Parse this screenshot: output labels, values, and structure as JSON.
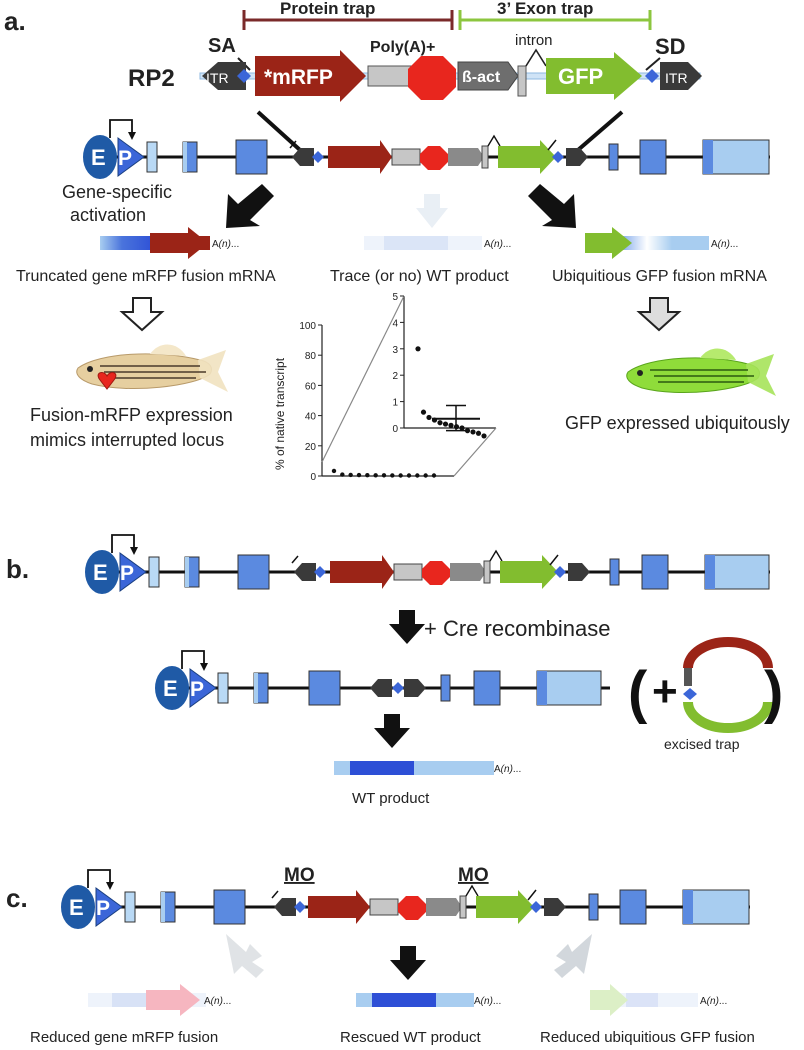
{
  "panels": {
    "a": "a.",
    "b": "b.",
    "c": "c."
  },
  "cassette": {
    "label": "RP2",
    "sa": "SA",
    "sd": "SD",
    "itr": "ITR",
    "mrfp": "*mRFP",
    "polya": "Poly(A)+",
    "bact": "ß-act",
    "intron": "intron",
    "gfp": "GFP",
    "protein_trap": "Protein trap",
    "exon_trap": "3’ Exon trap"
  },
  "promoter": {
    "e": "E",
    "p": "P"
  },
  "activation": {
    "line1": "Gene-specific",
    "line2": "activation"
  },
  "polya_tail": {
    "prefix": "A",
    "n": "(n)",
    "suffix": "..."
  },
  "panel_a": {
    "left_caption": "Truncated gene mRFP fusion mRNA",
    "mid_caption": "Trace (or no) WT product",
    "right_caption": "Ubiquitious GFP fusion mRNA",
    "left_fish_1": "Fusion-mRFP expression",
    "left_fish_2": "mimics interrupted locus",
    "right_fish": "GFP expressed ubiquitously"
  },
  "panel_b": {
    "cre": "+ Cre recombinase",
    "excised": "excised trap",
    "paren_open": "(",
    "plus": "+",
    "paren_close": ")",
    "wt": "WT product"
  },
  "panel_c": {
    "mo": "MO",
    "left": "Reduced gene mRFP fusion",
    "mid": "Rescued WT product",
    "right": "Reduced ubiquitious GFP fusion"
  },
  "colors": {
    "exon": "#5b8ae0",
    "exon_light": "#a8cdf0",
    "promoter": "#1f5aa6",
    "mrfp": "#9b2417",
    "red": "#e8261e",
    "gfp": "#82bd2f",
    "itr": "#3a3a3a",
    "grey": "#b8b8b8",
    "dark_red": "#7a2a2a",
    "green_bar": "#8cc63f"
  },
  "chart_data": {
    "type": "scatter",
    "ylabel": "% of native transcript",
    "ylim": [
      0,
      100
    ],
    "yticks": [
      "0",
      "20",
      "40",
      "60",
      "80",
      "100"
    ],
    "inset": {
      "ylim": [
        0,
        5
      ],
      "yticks": [
        "0",
        "1",
        "2",
        "3",
        "4",
        "5"
      ],
      "values": [
        3.0,
        0.6,
        0.4,
        0.3,
        0.2,
        0.15,
        0.1,
        0.05,
        0.0,
        -0.1,
        -0.15,
        -0.2,
        -0.3
      ],
      "mean": 0.35,
      "error_bar": [
        -0.1,
        0.85
      ]
    }
  }
}
